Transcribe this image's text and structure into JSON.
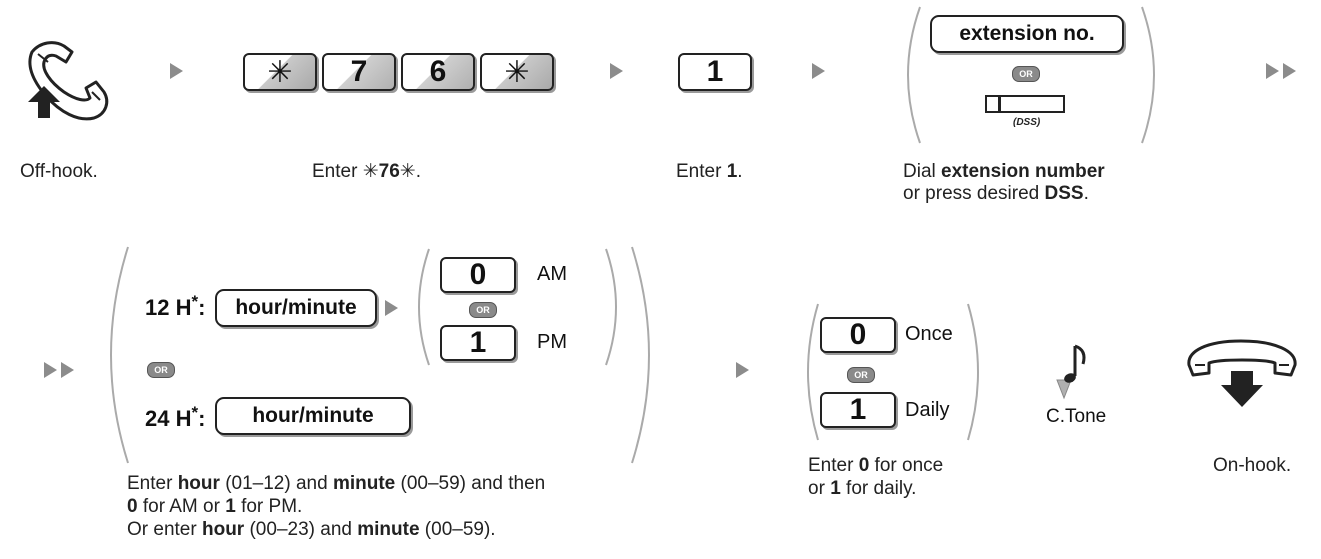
{
  "row1": {
    "offhook_caption": "Off-hook.",
    "star_keys": [
      "✳",
      "7",
      "6",
      "✳"
    ],
    "enter_code_caption": {
      "prefix": "Enter ",
      "code": "✳76✳",
      "suffix": "."
    },
    "key_one": "1",
    "enter_one_caption": {
      "prefix": "Enter ",
      "code": "1",
      "suffix": "."
    },
    "extension_key": "extension no.",
    "or_badge": "OR",
    "dss_label": "(DSS)",
    "dial_caption": {
      "line1_prefix": "Dial ",
      "line1_bold": "extension number",
      "line2_prefix": "or press desired ",
      "line2_bold": "DSS",
      "line2_suffix": "."
    }
  },
  "row2": {
    "h12_label": "12 H",
    "h24_label": "24 H",
    "asterisk": "*",
    "colon": ":",
    "hour_minute_key": "hour/minute",
    "or_badge": "OR",
    "am_key": "0",
    "am_label": "AM",
    "pm_key": "1",
    "pm_label": "PM",
    "time_caption": {
      "l1_a": "Enter ",
      "l1_b": "hour",
      "l1_c": " (01–12) and ",
      "l1_d": "minute",
      "l1_e": " (00–59) and then",
      "l2_a": "0",
      "l2_b": " for AM or ",
      "l2_c": "1",
      "l2_d": " for PM.",
      "l3_a": "Or enter ",
      "l3_b": "hour",
      "l3_c": " (00–23) and ",
      "l3_d": "minute",
      "l3_e": " (00–59)."
    },
    "once_key": "0",
    "once_label": "Once",
    "daily_key": "1",
    "daily_label": "Daily",
    "freq_caption": {
      "l1_a": "Enter ",
      "l1_b": "0",
      "l1_c": " for once",
      "l2_a": "or ",
      "l2_b": "1",
      "l2_c": " for daily."
    },
    "ctone_label": "C.Tone",
    "onhook_caption": "On-hook."
  },
  "colors": {
    "arrow": "#8c8c8c",
    "badge": "#8a8a8a",
    "key_border": "#222222"
  }
}
